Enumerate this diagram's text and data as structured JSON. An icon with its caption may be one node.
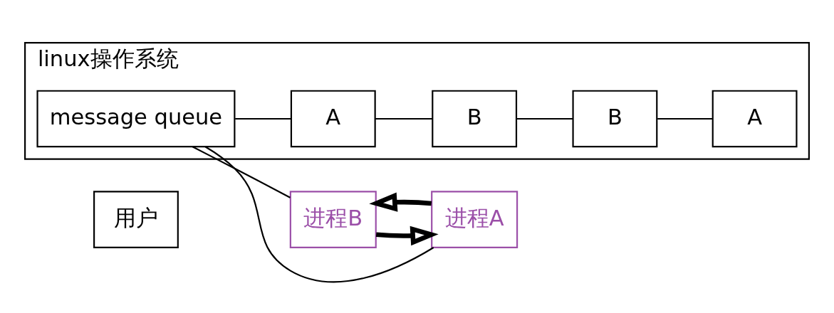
{
  "diagram": {
    "nodes": [
      {
        "text": [
          "用户"
        ]
      },
      {
        "text": [
          "linux操作系统"
        ]
      },
      {
        "text": [
          "进程A"
        ]
      },
      {
        "text": [
          "进程B"
        ]
      },
      {
        "text": [
          "message queue"
        ],
        "in": 1
      },
      {
        "text": [
          "A"
        ],
        "in": 1
      },
      {
        "text": [
          "B"
        ],
        "in": 1
      },
      {
        "text": [
          "B"
        ],
        "in": 1
      },
      {
        "text": [
          "A"
        ],
        "in": 1
      }
    ],
    "edges": [
      {
        "from": 2,
        "to": 3,
        "arrow": "to",
        "style": "thick"
      },
      {
        "from": 3,
        "to": 2,
        "arrow": "to",
        "style": "thick"
      },
      {
        "from": 2,
        "to": 4,
        "arrow": "none"
      },
      {
        "from": 4,
        "to": 3,
        "arrow": "none"
      },
      {
        "from": 4,
        "to": 5,
        "arrow": "none"
      },
      {
        "from": 5,
        "to": 6,
        "arrow": "none"
      },
      {
        "from": 6,
        "to": 7,
        "arrow": "none"
      },
      {
        "from": 7,
        "to": 8,
        "arrow": "none"
      }
    ]
  }
}
